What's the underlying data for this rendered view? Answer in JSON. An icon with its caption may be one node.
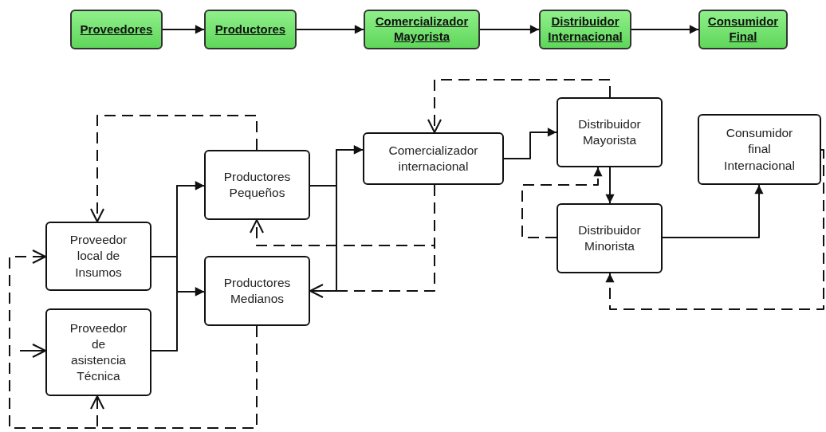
{
  "diagram": {
    "nodes": [
      {
        "text": [
          "Proveedores"
        ]
      },
      {
        "text": [
          "Productores"
        ]
      },
      {
        "text": [
          "Comercializador Mayorista"
        ]
      },
      {
        "text": [
          "Distribuidor Internacional"
        ]
      },
      {
        "text": [
          "Consumidor Final"
        ]
      },
      {
        "text": [
          "Proveedor local de Insumos"
        ]
      },
      {
        "text": [
          "Proveedor de asistencia Técnica"
        ]
      },
      {
        "text": [
          "Productores Pequeños"
        ]
      },
      {
        "text": [
          "Productores Medianos"
        ]
      },
      {
        "text": [
          "Comercializador internacional"
        ]
      },
      {
        "text": [
          "Distribuidor Mayorista"
        ]
      },
      {
        "text": [
          "Distribuidor Minorista"
        ]
      },
      {
        "text": [
          "Consumidor final Internacional"
        ]
      }
    ],
    "edges": [
      {
        "from": 0,
        "to": 1,
        "arrow": "to"
      },
      {
        "from": 1,
        "to": 2,
        "arrow": "to"
      },
      {
        "from": 2,
        "to": 3,
        "arrow": "to"
      },
      {
        "from": 3,
        "to": 4,
        "arrow": "to"
      },
      {
        "from": 5,
        "to": 7,
        "arrow": "to"
      },
      {
        "from": 5,
        "to": 8,
        "arrow": "to"
      },
      {
        "from": 6,
        "to": 7,
        "arrow": "to"
      },
      {
        "from": 6,
        "to": 8,
        "arrow": "to"
      },
      {
        "from": 7,
        "to": 9,
        "arrow": "to"
      },
      {
        "from": 8,
        "to": 9,
        "arrow": "to"
      },
      {
        "from": 9,
        "to": 10,
        "arrow": "to"
      },
      {
        "from": 10,
        "to": 11,
        "arrow": "to"
      },
      {
        "from": 11,
        "to": 10,
        "arrow": "to",
        "style": "dashed"
      },
      {
        "from": 11,
        "to": 12,
        "arrow": "to"
      },
      {
        "from": 10,
        "to": 9,
        "arrow": "to",
        "style": "dashed"
      },
      {
        "from": 9,
        "to": 7,
        "arrow": "to",
        "style": "dashed"
      },
      {
        "from": 9,
        "to": 8,
        "arrow": "to",
        "style": "dashed"
      },
      {
        "from": 12,
        "to": 11,
        "arrow": "to",
        "style": "dashed"
      },
      {
        "from": 7,
        "to": 5,
        "arrow": "to",
        "style": "dashed"
      },
      {
        "from": 8,
        "to": 6,
        "arrow": "to",
        "style": "dashed"
      },
      {
        "from": 8,
        "to": 5,
        "arrow": "to",
        "style": "dashed"
      },
      {
        "from": null,
        "to": 6,
        "arrow": "to"
      }
    ]
  }
}
